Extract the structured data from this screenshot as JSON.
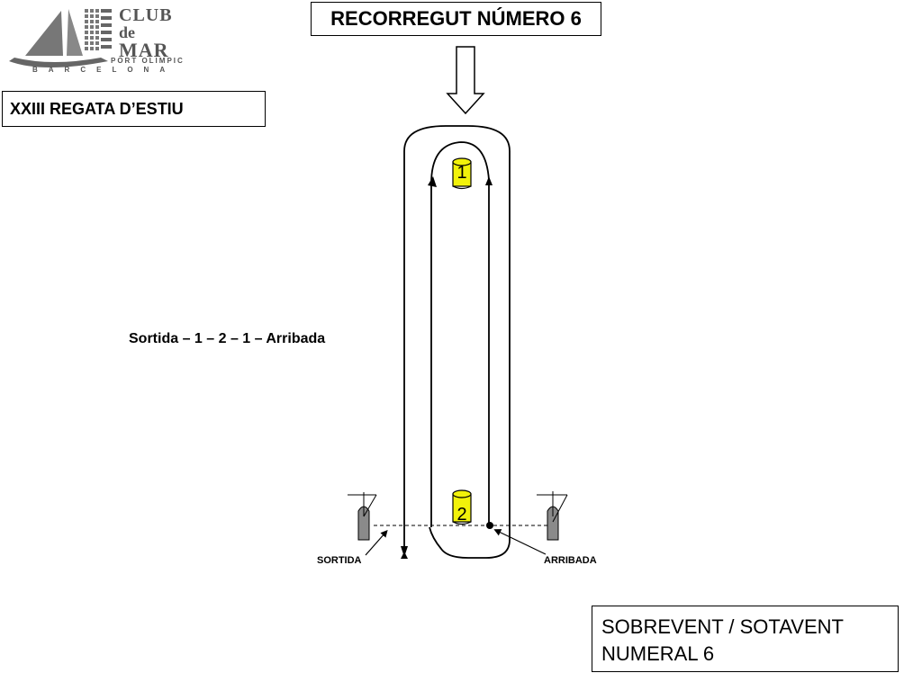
{
  "header": {
    "title": "RECORREGUT NÚMERO 6",
    "event": "XXIII REGATA D’ESTIU"
  },
  "logo": {
    "line1": "CLUB",
    "line2": "de",
    "line3": "MAR",
    "line4": "PORT OLIMPIC",
    "line5": "BARCELONA"
  },
  "course": {
    "sequence": "Sortida – 1 – 2 – 1 – Arribada",
    "start_label": "SORTIDA",
    "finish_label": "ARRIBADA",
    "marks": [
      {
        "label": "1",
        "color": "#f2f20a"
      },
      {
        "label": "2",
        "color": "#f2f20a"
      }
    ]
  },
  "info": {
    "line1": "SOBREVENT / SOTAVENT",
    "line2": "NUMERAL 6"
  },
  "colors": {
    "mark_fill": "#f2f20a",
    "boat_fill": "#8a8a8a",
    "logo_gray": "#555555"
  }
}
